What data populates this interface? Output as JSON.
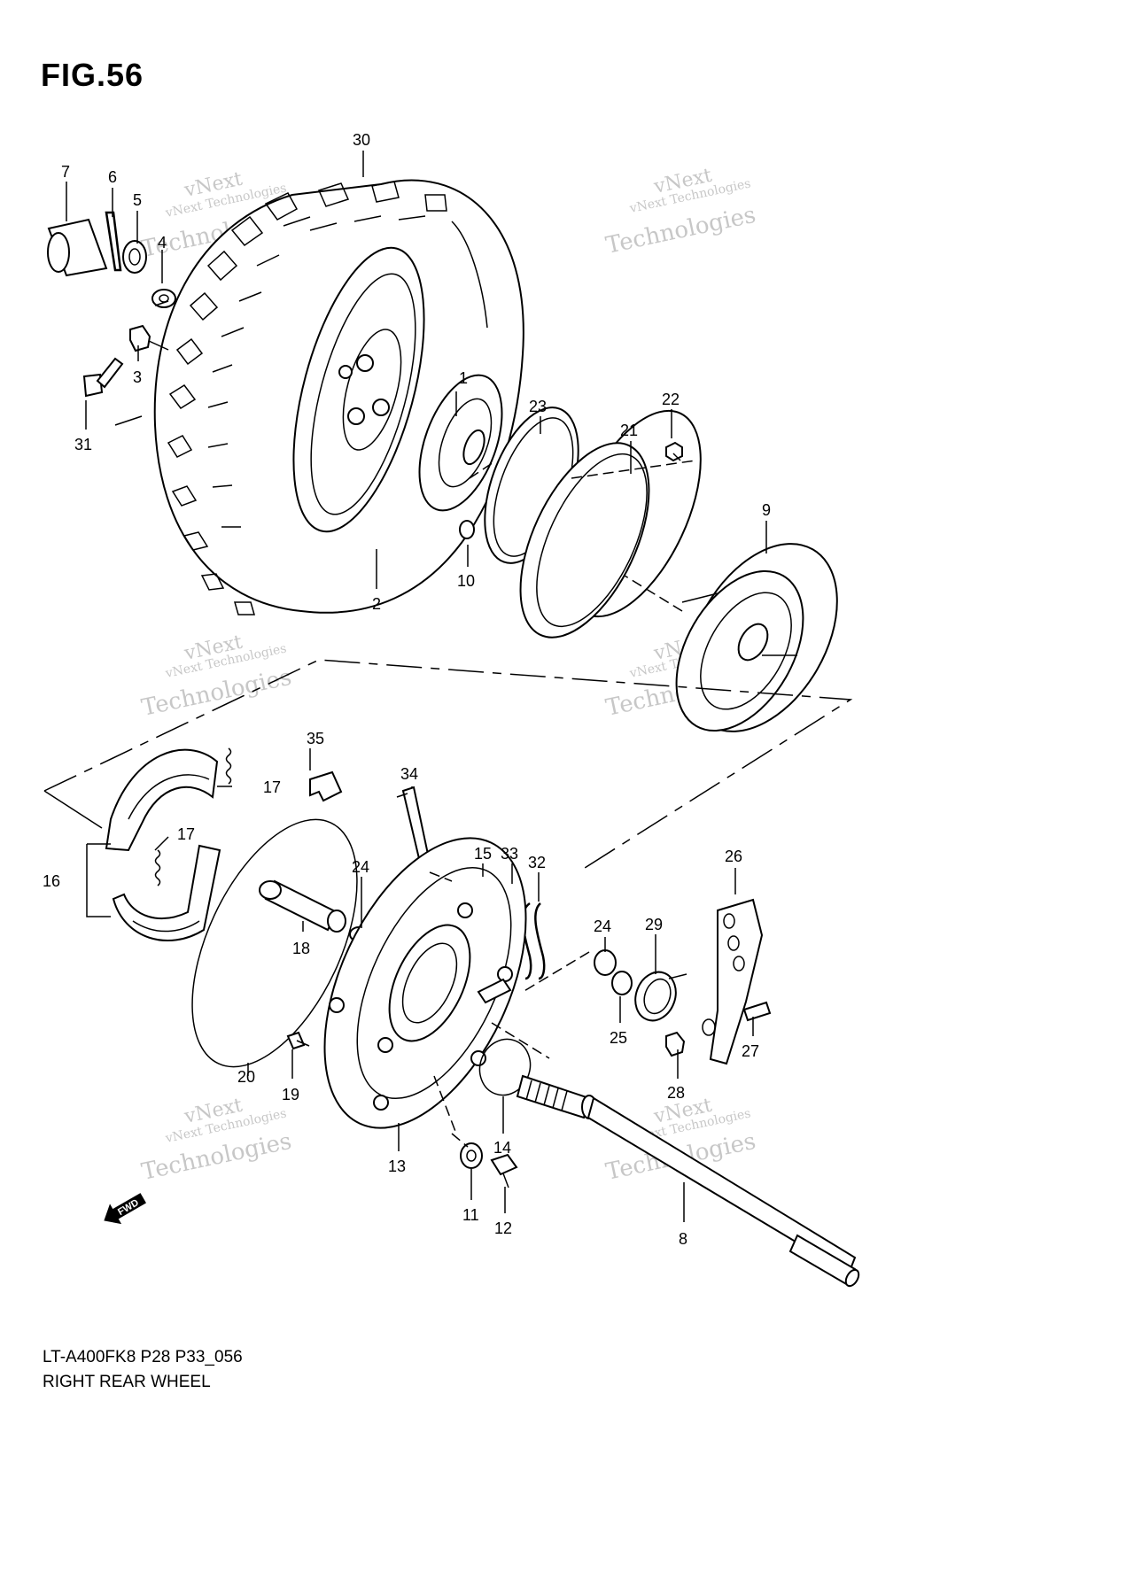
{
  "figure": {
    "title": "FIG.56",
    "model_code": "LT-A400FK8 P28 P33_056",
    "caption": "RIGHT REAR WHEEL",
    "watermark_line1": "vNext Technologies",
    "watermark_line2": "vNext",
    "watermark_line3": "Technologies",
    "fwd_label": "FWD"
  },
  "callouts": [
    "1",
    "2",
    "3",
    "4",
    "5",
    "6",
    "7",
    "8",
    "9",
    "10",
    "11",
    "12",
    "13",
    "14",
    "15",
    "16",
    "17",
    "17",
    "18",
    "19",
    "20",
    "21",
    "22",
    "23",
    "24",
    "24",
    "25",
    "26",
    "27",
    "28",
    "29",
    "30",
    "31",
    "32",
    "33",
    "34",
    "35"
  ]
}
